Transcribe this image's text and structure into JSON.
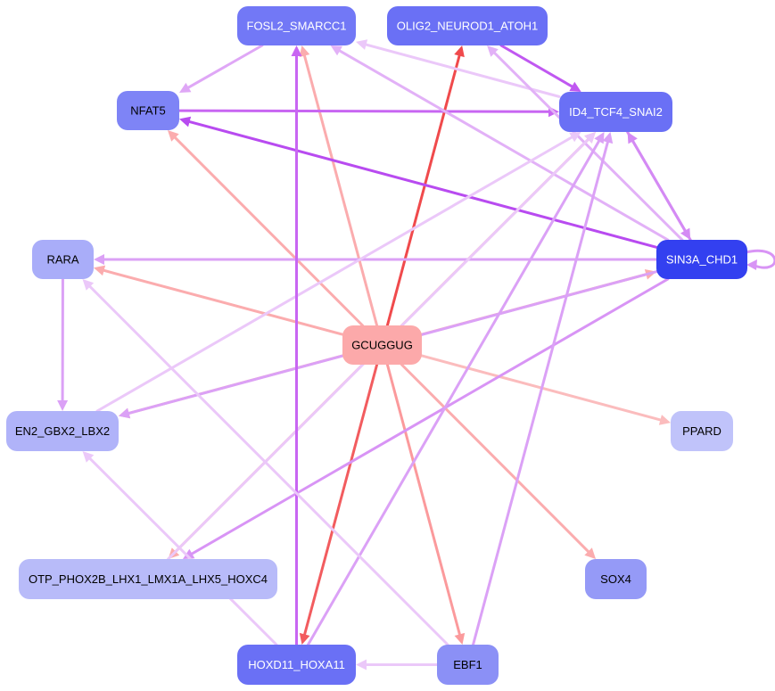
{
  "diagram": {
    "nodes": {
      "fosl2": {
        "label": "FOSL2_SMARCC1",
        "fill": "#7278f6",
        "text": "#ffffff"
      },
      "olig2": {
        "label": "OLIG2_NEUROD1_ATOH1",
        "fill": "#6a70f5",
        "text": "#ffffff"
      },
      "nfat5": {
        "label": "NFAT5",
        "fill": "#7e84f6",
        "text": "#000000"
      },
      "id4": {
        "label": "ID4_TCF4_SNAI2",
        "fill": "#6a70f5",
        "text": "#ffffff"
      },
      "rara": {
        "label": "RARA",
        "fill": "#a9adf9",
        "text": "#000000"
      },
      "sin3a": {
        "label": "SIN3A_CHD1",
        "fill": "#3340f0",
        "text": "#ffffff"
      },
      "gcuggug": {
        "label": "GCUGGUG",
        "fill": "#fca9aa",
        "text": "#000000"
      },
      "en2": {
        "label": "EN2_GBX2_LBX2",
        "fill": "#b0b3f9",
        "text": "#000000"
      },
      "ppard": {
        "label": "PPARD",
        "fill": "#c0c3fa",
        "text": "#000000"
      },
      "otp": {
        "label": "OTP_PHOX2B_LHX1_LMX1A_LHX5_HOXC4",
        "fill": "#b8bbf9",
        "text": "#000000"
      },
      "sox4": {
        "label": "SOX4",
        "fill": "#959af7",
        "text": "#000000"
      },
      "hoxd11": {
        "label": "HOXD11_HOXA11",
        "fill": "#6a70f5",
        "text": "#ffffff"
      },
      "ebf1": {
        "label": "EBF1",
        "fill": "#8b90f6",
        "text": "#000000"
      }
    },
    "edges": [
      {
        "from": "gcuggug",
        "to": "olig2",
        "color": "#f04a4c"
      },
      {
        "from": "gcuggug",
        "to": "hoxd11",
        "color": "#f25c5f"
      },
      {
        "from": "gcuggug",
        "to": "fosl2",
        "color": "#fbacae"
      },
      {
        "from": "gcuggug",
        "to": "nfat5",
        "color": "#fbacae"
      },
      {
        "from": "gcuggug",
        "to": "id4",
        "color": "#fbacae"
      },
      {
        "from": "gcuggug",
        "to": "sin3a",
        "color": "#fbacae"
      },
      {
        "from": "gcuggug",
        "to": "rara",
        "color": "#fbacae"
      },
      {
        "from": "gcuggug",
        "to": "en2",
        "color": "#fbacae"
      },
      {
        "from": "gcuggug",
        "to": "ppard",
        "color": "#fbbcbd"
      },
      {
        "from": "gcuggug",
        "to": "otp",
        "color": "#fbacae"
      },
      {
        "from": "gcuggug",
        "to": "sox4",
        "color": "#fbacae"
      },
      {
        "from": "gcuggug",
        "to": "ebf1",
        "color": "#fb9a9c"
      },
      {
        "from": "sin3a",
        "to": "nfat5",
        "color": "#b84bf0"
      },
      {
        "from": "nfat5",
        "to": "id4",
        "color": "#c866f2"
      },
      {
        "from": "olig2",
        "to": "id4",
        "color": "#c058f1"
      },
      {
        "from": "fosl2",
        "to": "nfat5",
        "color": "#dfa7f6"
      },
      {
        "from": "id4",
        "to": "fosl2",
        "color": "#ebc8f9"
      },
      {
        "from": "sin3a",
        "to": "id4",
        "color": "#d48af4"
      },
      {
        "from": "id4",
        "to": "sin3a",
        "color": "#d48af4"
      },
      {
        "from": "sin3a",
        "to": "fosl2",
        "color": "#e2b1f7"
      },
      {
        "from": "sin3a",
        "to": "olig2",
        "color": "#e2b1f7"
      },
      {
        "from": "sin3a",
        "to": "rara",
        "color": "#dba1f6"
      },
      {
        "from": "sin3a",
        "to": "en2",
        "color": "#dba1f6"
      },
      {
        "from": "sin3a",
        "to": "otp",
        "color": "#d894f5"
      },
      {
        "from": "sin3a",
        "to": "sin3a",
        "color": "#d894f5"
      },
      {
        "from": "rara",
        "to": "en2",
        "color": "#dba1f6"
      },
      {
        "from": "en2",
        "to": "id4",
        "color": "#ebc8f9"
      },
      {
        "from": "otp",
        "to": "id4",
        "color": "#ebc8f9"
      },
      {
        "from": "hoxd11",
        "to": "fosl2",
        "color": "#c866f2"
      },
      {
        "from": "hoxd11",
        "to": "id4",
        "color": "#dba1f6"
      },
      {
        "from": "hoxd11",
        "to": "en2",
        "color": "#ebc8f9"
      },
      {
        "from": "ebf1",
        "to": "hoxd11",
        "color": "#ebc8f9"
      },
      {
        "from": "ebf1",
        "to": "rara",
        "color": "#ebc8f9"
      },
      {
        "from": "ebf1",
        "to": "id4",
        "color": "#dba1f6"
      }
    ]
  }
}
